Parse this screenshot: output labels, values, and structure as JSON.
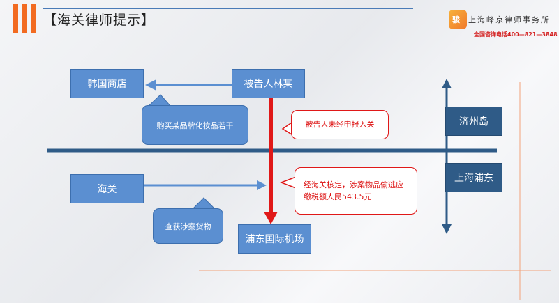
{
  "header": {
    "title": "【海关律师提示】"
  },
  "logo": {
    "icon_text": "骏",
    "firm_name": "上海峰京律师事务所",
    "phone": "全国咨询电话400—821—3848"
  },
  "diagram": {
    "korean_store": "韩国商店",
    "defendant": "被告人林某",
    "purchase_note": "购买某品牌化妆品若干",
    "undeclared_note": "被告人未经申报入关",
    "customs": "海关",
    "seized_note": "查获涉案货物",
    "customs_finding": "经海关核定，涉案物品偷逃应缴税额人民543.5元",
    "pudong_airport": "浦东国际机场",
    "jeju": "济州岛",
    "shanghai_pudong": "上海浦东"
  },
  "colors": {
    "accent_orange": "#f26b21",
    "box_blue": "#5b8fd1",
    "dark_blue": "#2f5b87",
    "arrow_red": "#e01818"
  }
}
